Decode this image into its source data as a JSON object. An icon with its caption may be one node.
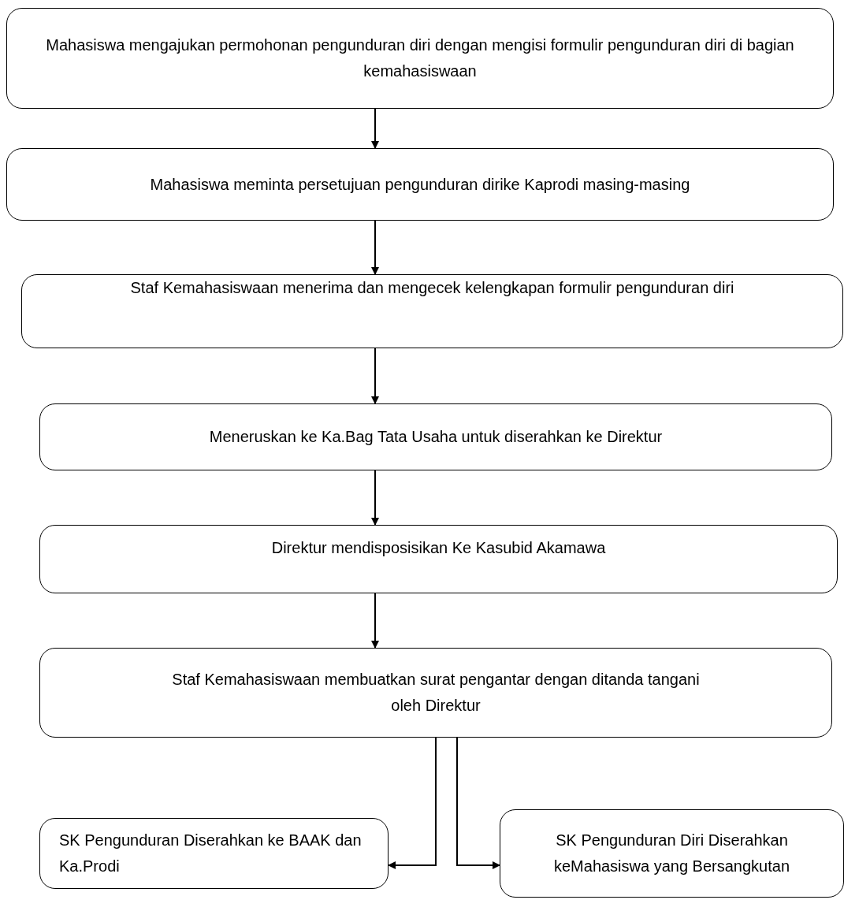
{
  "diagram": {
    "nodes": [
      {
        "text": [
          "Mahasiswa mengajukan permohonan pengunduran diri dengan mengisi formulir pengunduran diri di bagian kemahasiswaan"
        ]
      },
      {
        "text": [
          "Mahasiswa meminta persetujuan pengunduran dirike Kaprodi masing-masing"
        ]
      },
      {
        "text": [
          "Staf Kemahasiswaan menerima dan mengecek kelengkapan formulir pengunduran diri"
        ]
      },
      {
        "text": [
          "Meneruskan ke Ka.Bag Tata Usaha untuk diserahkan ke Direktur"
        ]
      },
      {
        "text": [
          "Direktur mendisposisikan Ke Kasubid Akamawa"
        ]
      },
      {
        "text": [
          "Staf Kemahasiswaan membuatkan surat pengantar dengan ditanda tangani oleh Direktur"
        ]
      },
      {
        "text": [
          "SK Pengunduran Diserahkan ke BAAK dan Ka.Prodi"
        ]
      },
      {
        "text": [
          "SK Pengunduran Diri Diserahkan keMahasiswa yang Bersangkutan"
        ]
      }
    ],
    "edges": [
      {
        "from": 0,
        "to": 1,
        "arrow": "to"
      },
      {
        "from": 1,
        "to": 2,
        "arrow": "to"
      },
      {
        "from": 2,
        "to": 3,
        "arrow": "to"
      },
      {
        "from": 3,
        "to": 4,
        "arrow": "to"
      },
      {
        "from": 4,
        "to": 5,
        "arrow": "to"
      },
      {
        "from": 5,
        "to": 6,
        "arrow": "to"
      },
      {
        "from": 5,
        "to": 7,
        "arrow": "to"
      }
    ]
  }
}
